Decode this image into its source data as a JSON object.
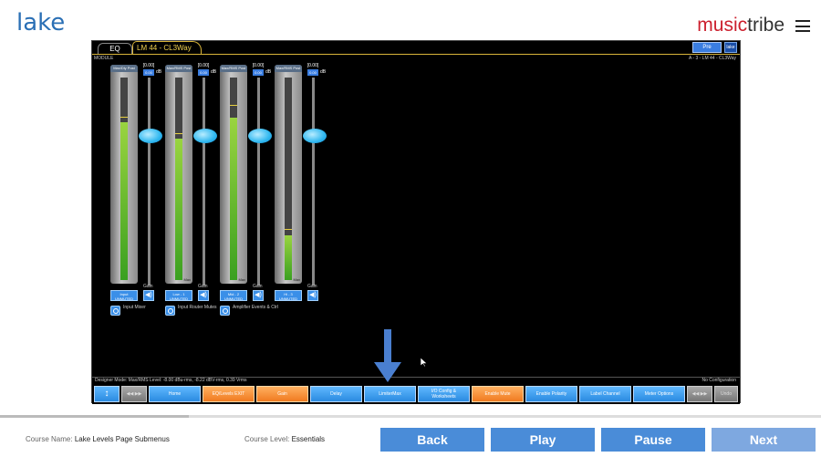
{
  "header": {
    "lake_logo": "lake",
    "brand_music": "music",
    "brand_tribe": "tribe"
  },
  "app": {
    "tabs": [
      {
        "label": "EQ"
      },
      {
        "label": "LM 44 - CL3Way"
      }
    ],
    "pre_button": "Pre",
    "lake_mini": "lake",
    "module_label": "MODULE",
    "module_path": "A - 3 - LM 44 - CL3Way",
    "strips": [
      {
        "meter_title": "Max/Dly Post",
        "gain_value": "[0.00]",
        "gain_box": "0.00",
        "db": "dB",
        "gain_label": "Gain",
        "channel_line1": "Input",
        "channel_line2": "UNMUTED",
        "meter_bottom": "",
        "level": 0.78,
        "peak": 0.8,
        "sub_text": "Input Mixer"
      },
      {
        "meter_title": "Max/RMS Post",
        "gain_value": "[0.00]",
        "gain_box": "0.00",
        "db": "dB",
        "gain_label": "Gain",
        "channel_line1": "Low - 1",
        "channel_line2": "UNMUTED",
        "meter_bottom": "Max",
        "level": 0.7,
        "peak": 0.72,
        "sub_text": "Input Router Mutes"
      },
      {
        "meter_title": "Max/RMS Post",
        "gain_value": "[0.00]",
        "gain_box": "0.00",
        "db": "dB",
        "gain_label": "Gain",
        "channel_line1": "Mid - 2",
        "channel_line2": "UNMUTED",
        "meter_bottom": "Max",
        "level": 0.8,
        "peak": 0.86,
        "sub_text": "Amplifier Events & Ctrl"
      },
      {
        "meter_title": "Max/RMS Post",
        "gain_value": "[0.00]",
        "gain_box": "0.00",
        "db": "dB",
        "gain_label": "Gain",
        "channel_line1": "Hi - 3",
        "channel_line2": "UNMUTED",
        "meter_bottom": "Max",
        "level": 0.22,
        "peak": 0.25,
        "sub_text": ""
      }
    ],
    "status_left": "Designer Mode: Max/RMS Level: -8.00 dBu-rms, -8.22 dBV-rms, 0.39 Vrms",
    "status_right": "No Configuration",
    "toolbar": [
      {
        "label": "↕",
        "style": "icon"
      },
      {
        "label": "◀◀ ▶▶",
        "style": "gray"
      },
      {
        "label": "Home",
        "style": "blue"
      },
      {
        "label": "EQ/Levels EXIT",
        "style": "orange"
      },
      {
        "label": "Gain",
        "style": "orange"
      },
      {
        "label": "Delay",
        "style": "blue"
      },
      {
        "label": "LimiterMax",
        "style": "blue"
      },
      {
        "label": "I/O Config & Worksheets",
        "style": "blue"
      },
      {
        "label": "Enable Mute",
        "style": "orange"
      },
      {
        "label": "Enable Polarity",
        "style": "blue"
      },
      {
        "label": "Label Channel",
        "style": "blue"
      },
      {
        "label": "Meter Options",
        "style": "blue"
      },
      {
        "label": "◀◀ ▶▶",
        "style": "gray"
      },
      {
        "label": "Undo",
        "style": "gray"
      }
    ]
  },
  "progress": 0.23,
  "footer": {
    "course_name_label": "Course Name:",
    "course_name": "Lake Levels Page Submenus",
    "course_level_label": "Course Level:",
    "course_level": "Essentials",
    "back": "Back",
    "play": "Play",
    "pause": "Pause",
    "next": "Next"
  }
}
